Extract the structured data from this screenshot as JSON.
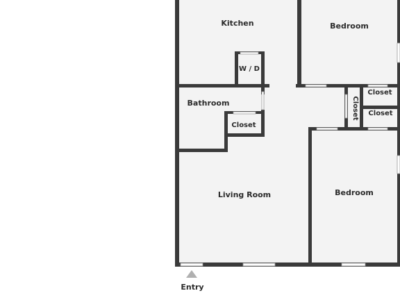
{
  "floorplan": {
    "rooms": {
      "kitchen": "Kitchen",
      "bedroom_top": "Bedroom",
      "washer_dryer": "W / D",
      "bathroom": "Bathroom",
      "closet_bath": "Closet",
      "closet_vertical": "Closet",
      "closet_top_right": "Closet",
      "closet_bottom_right": "Closet",
      "living_room": "Living Room",
      "bedroom_bottom": "Bedroom"
    },
    "entry_label": "Entry",
    "colors": {
      "wall": "#3a3a3a",
      "floor": "#f3f3f3",
      "window": "#ffffff",
      "entry_marker": "#b0b0b0",
      "text": "#2b2b2b"
    }
  }
}
